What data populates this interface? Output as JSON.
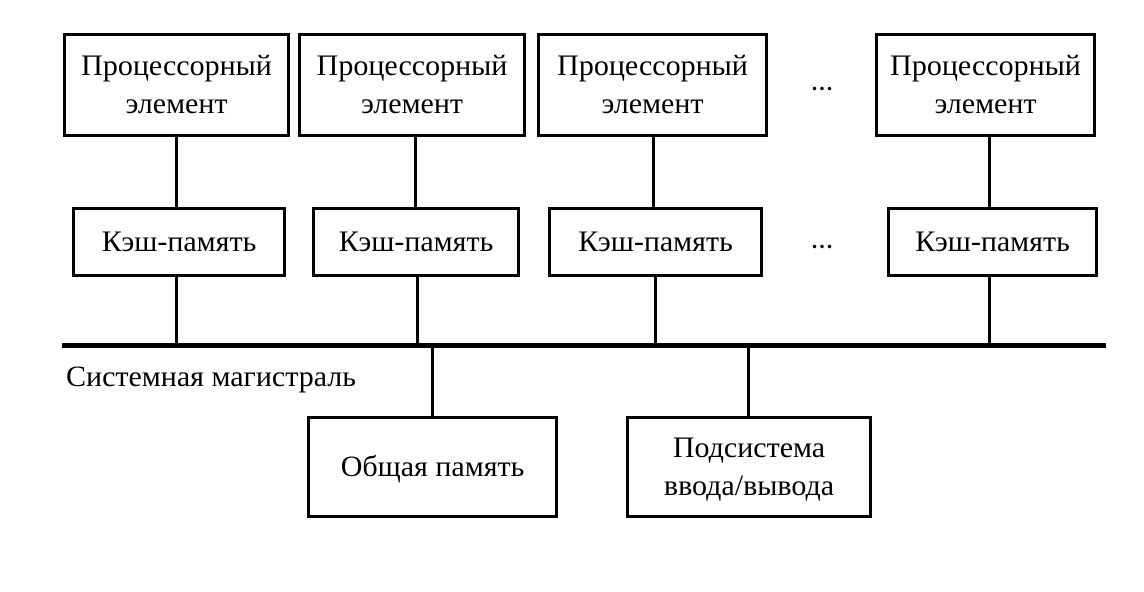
{
  "diagram": {
    "type": "architecture-block-diagram",
    "subject": "Shared-memory multiprocessor (SMP) with system bus",
    "colors": {
      "background": "#ffffff",
      "line": "#000000",
      "text": "#000000"
    },
    "processors": [
      {
        "label": "Процессорный\nэлемент"
      },
      {
        "label": "Процессорный\nэлемент"
      },
      {
        "label": "Процессорный\nэлемент"
      },
      {
        "label": "Процессорный\nэлемент"
      }
    ],
    "caches": [
      {
        "label": "Кэш-память"
      },
      {
        "label": "Кэш-память"
      },
      {
        "label": "Кэш-память"
      },
      {
        "label": "Кэш-память"
      }
    ],
    "ellipsis": {
      "top": "...",
      "middle": "..."
    },
    "bus": {
      "label": "Системная магистраль"
    },
    "shared_memory": {
      "label": "Общая память"
    },
    "io_subsystem": {
      "label": "Подсистема\nввода/вывода"
    }
  }
}
